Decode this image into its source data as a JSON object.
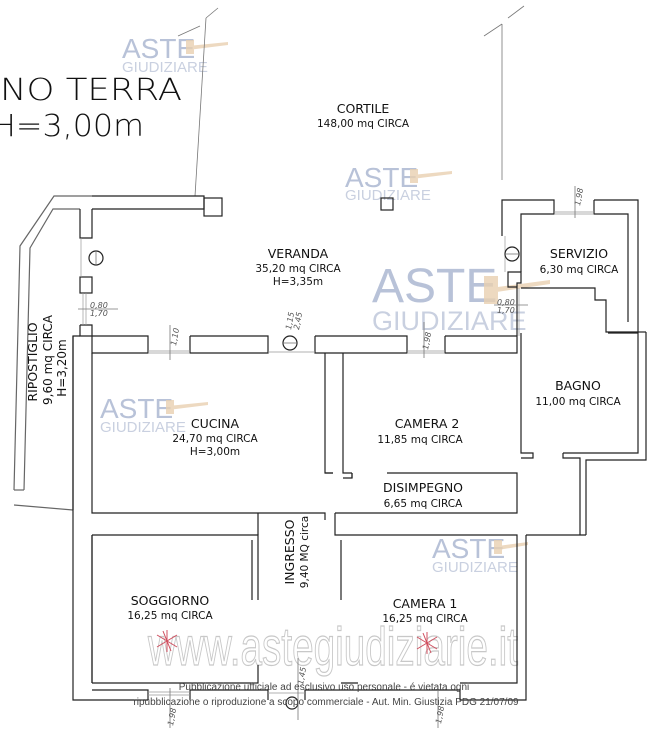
{
  "plan": {
    "title_line1": "NO TERRA",
    "title_line2": "H=3,00m"
  },
  "rooms": {
    "cortile": {
      "name": "CORTILE",
      "area": "148,00 mq CIRCA"
    },
    "veranda": {
      "name": "VERANDA",
      "area": "35,20 mq CIRCA",
      "height": "H=3,35m"
    },
    "servizio": {
      "name": "SERVIZIO",
      "area": "6,30 mq CIRCA"
    },
    "ripostiglio": {
      "name": "RIPOSTIGLIO",
      "area": "9,60 mq CIRCA",
      "height": "H=3,20m"
    },
    "cucina": {
      "name": "CUCINA",
      "area": "24,70 mq CIRCA",
      "height": "H=3,00m"
    },
    "camera2": {
      "name": "CAMERA 2",
      "area": "11,85 mq CIRCA"
    },
    "bagno": {
      "name": "BAGNO",
      "area": "11,00 mq CIRCA"
    },
    "disimpegno": {
      "name": "DISIMPEGNO",
      "area": "6,65 mq CIRCA"
    },
    "ingresso": {
      "name": "INGRESSO",
      "area": "9,40 MQ circa"
    },
    "soggiorno": {
      "name": "SOGGIORNO",
      "area": "16,25 mq CIRCA"
    },
    "camera1": {
      "name": "CAMERA 1",
      "area": "16,25 mq CIRCA"
    }
  },
  "dimensions": {
    "rip_window_top": "0,80",
    "rip_window_bottom": "1,70",
    "cucina_window": "1,10",
    "veranda_door_top": "1,15",
    "veranda_door_bottom": "2,45",
    "camera2_window": "1,98",
    "servizio_window": "1,98",
    "servizio_side_top": "0,80",
    "servizio_side_bottom": "1,70",
    "soggiorno_window": "1,98",
    "ingresso_door": "1,45",
    "camera1_window": "1,98"
  },
  "watermark": {
    "brand_line1": "ASTE",
    "brand_line2": "GIUDIZIARE",
    "site": "www.astegiudiziarie.it",
    "notice_line1": "Pubblicazione ufficiale ad esclusivo uso personale - é vietata ogni",
    "notice_line2": "ripubblicazione o riproduzione a scopo commerciale - Aut. Min. Giustizia PDG 21/07/09"
  }
}
